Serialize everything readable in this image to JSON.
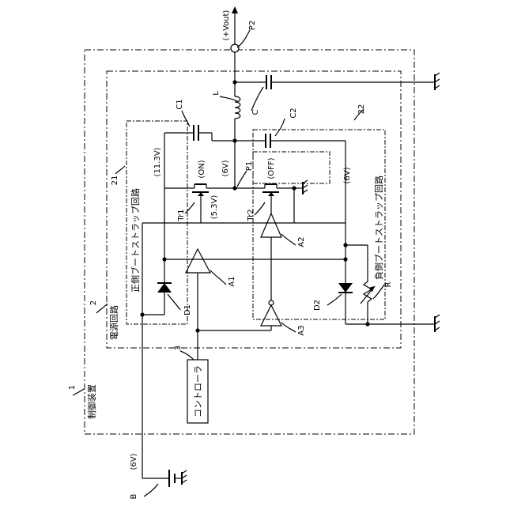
{
  "labels": {
    "vout": "(+Vout)",
    "p2": "P2",
    "p1": "P1",
    "inductor": "L",
    "cap_c": "C",
    "cap_c1": "C1",
    "cap_c2": "C2",
    "ref_21": "21",
    "ref_22": "22",
    "ref_2": "2",
    "ref_1": "1",
    "ref_3": "3",
    "v_11_3": "(11.3V)",
    "v_on": "(ON)",
    "v_6_p1": "(6V)",
    "v_off": "(OFF)",
    "v_6_neg": "(6V)",
    "v_5_3": "(5.3V)",
    "v_6_b": "(6V)",
    "tr1": "Tr1",
    "tr2": "Tr2",
    "a1": "A1",
    "a2": "A2",
    "a3": "A3",
    "d1": "D1",
    "d2": "D2",
    "r": "R",
    "b": "B",
    "pos_bootstrap": "正側ブートストラップ回路",
    "neg_bootstrap": "負側ブートストラップ回路",
    "power_circuit": "電源回路",
    "control_device": "制御装置",
    "controller": "コントローラ"
  }
}
